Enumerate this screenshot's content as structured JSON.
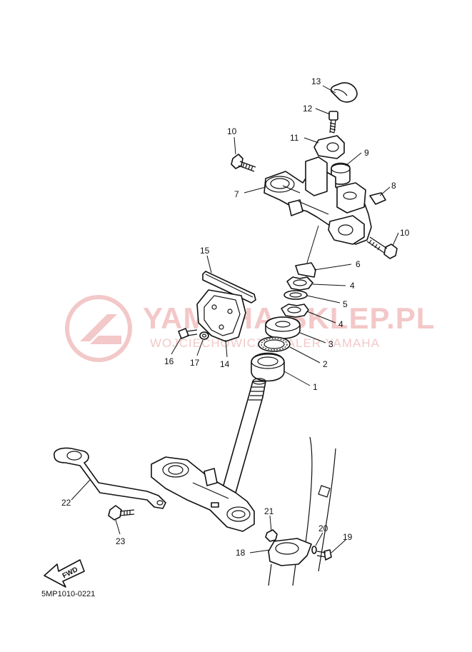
{
  "watermark": {
    "brand": "YAMAHA-SKLEP.PL",
    "tagline": "WOJCIECHOWICZ DEALER YAMAHA",
    "color": "#f3c8c8"
  },
  "diagram_code": "5MP1010-0221",
  "direction_label": "FWD",
  "callouts": {
    "c1": "1",
    "c2": "2",
    "c3": "3",
    "c4a": "4",
    "c4b": "4",
    "c5": "5",
    "c6": "6",
    "c7": "7",
    "c8": "8",
    "c9": "9",
    "c10a": "10",
    "c10b": "10",
    "c11": "11",
    "c12": "12",
    "c13": "13",
    "c14": "14",
    "c15": "15",
    "c16": "16",
    "c17": "17",
    "c18": "18",
    "c19": "19",
    "c20": "20",
    "c21": "21",
    "c22": "22",
    "c23": "23"
  }
}
